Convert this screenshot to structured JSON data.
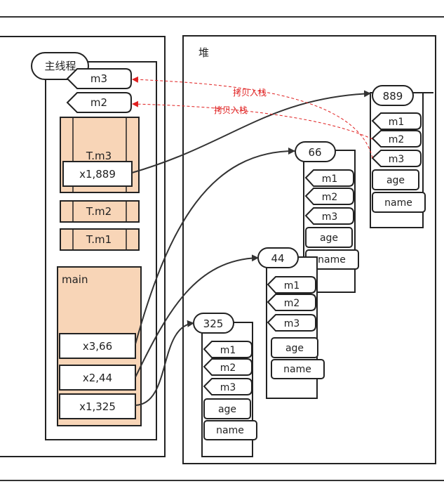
{
  "thread": {
    "title": "主线程",
    "copied_refs": [
      "m3",
      "m2"
    ],
    "frames": [
      {
        "label": "T.m3",
        "var": "x1,889"
      },
      {
        "label": "T.m2"
      },
      {
        "label": "T.m1"
      }
    ],
    "main": {
      "label": "main",
      "vars": [
        "x3,66",
        "x2,44",
        "x1,325"
      ]
    }
  },
  "heap": {
    "label": "堆",
    "objects": [
      {
        "id": "889",
        "fields": [
          "m1",
          "m2",
          "m3"
        ],
        "props": [
          "age",
          "name"
        ]
      },
      {
        "id": "66",
        "fields": [
          "m1",
          "m2",
          "m3"
        ],
        "props": [
          "age",
          "name"
        ]
      },
      {
        "id": "44",
        "fields": [
          "m1",
          "m2",
          "m3"
        ],
        "props": [
          "age",
          "name"
        ]
      },
      {
        "id": "325",
        "fields": [
          "m1",
          "m2",
          "m3"
        ],
        "props": [
          "age",
          "name"
        ]
      }
    ]
  },
  "annotations": {
    "copy_label": "拷贝入栈"
  },
  "colors": {
    "frame_fill": "#f8d5b7",
    "stroke": "#222222",
    "arrow_red": "#e02020",
    "line": "#333333"
  }
}
